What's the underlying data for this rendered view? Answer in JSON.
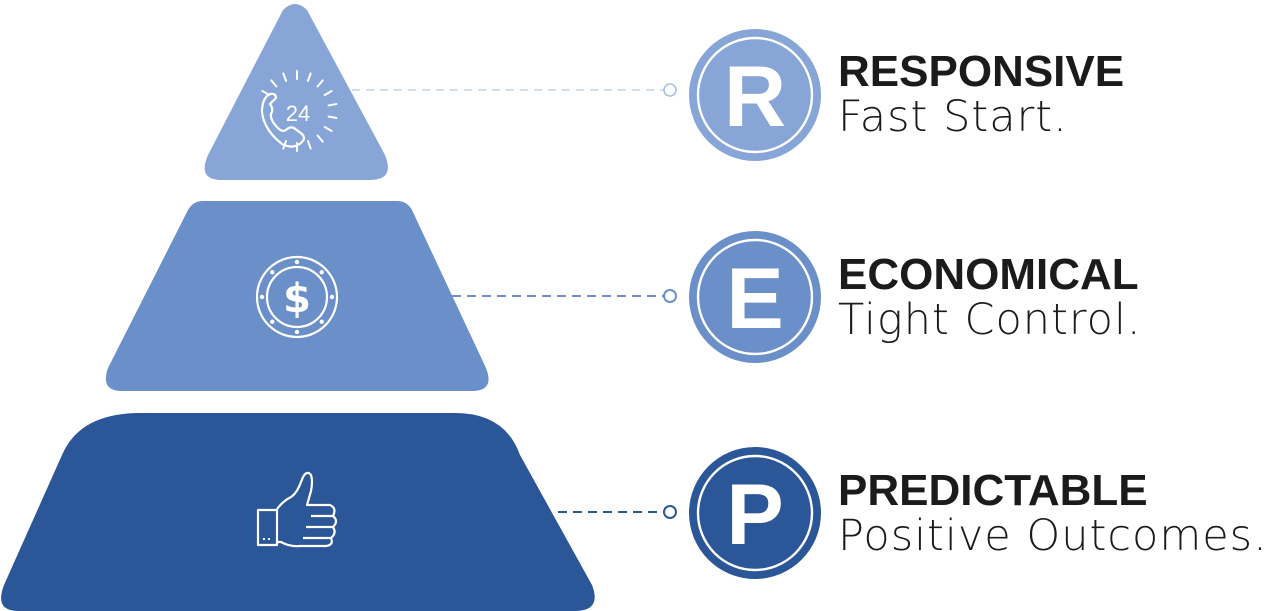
{
  "diagram": {
    "type": "pyramid",
    "colors": {
      "tier_top": "#87a5d6",
      "tier_middle": "#6b8fc8",
      "tier_bottom": "#2b5697",
      "text": "#1c1a1a",
      "background": "#ffffff"
    },
    "tiers": [
      {
        "level": "top",
        "icon": "phone-24-hours-icon",
        "icon_text": "24",
        "badge_letter": "R",
        "title": "RESPONSIVE",
        "subtitle": "Fast Start."
      },
      {
        "level": "middle",
        "icon": "dollar-coin-icon",
        "icon_text": "$",
        "badge_letter": "E",
        "title": "ECONOMICAL",
        "subtitle": "Tight Control."
      },
      {
        "level": "bottom",
        "icon": "thumbs-up-icon",
        "badge_letter": "P",
        "title": "PREDICTABLE",
        "subtitle": "Positive Outcomes."
      }
    ]
  }
}
